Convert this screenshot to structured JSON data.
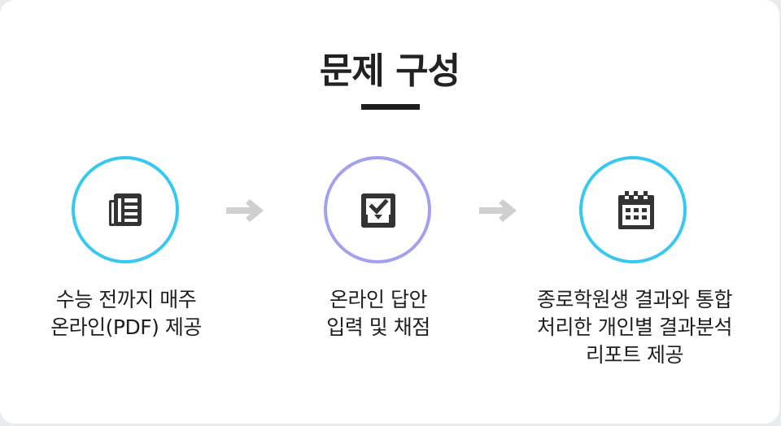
{
  "title": "문제 구성",
  "steps": [
    {
      "icon": "newspaper-icon",
      "label": "수능 전까지 매주\n온라인(PDF) 제공",
      "ring_color": "#37c8f2"
    },
    {
      "icon": "check-box-icon",
      "label": "온라인 답안\n입력 및 채점",
      "ring_color": "#a3a0f0"
    },
    {
      "icon": "calendar-icon",
      "label": "종로학원생 결과와 통합\n처리한 개인별 결과분석\n리포트 제공",
      "ring_color": "#37c8f2"
    }
  ],
  "arrows": [
    "arrow-right-icon",
    "arrow-right-icon"
  ],
  "colors": {
    "icon": "#333333",
    "arrow": "#cfcfcf",
    "title_bar": "#1e1e1e"
  }
}
